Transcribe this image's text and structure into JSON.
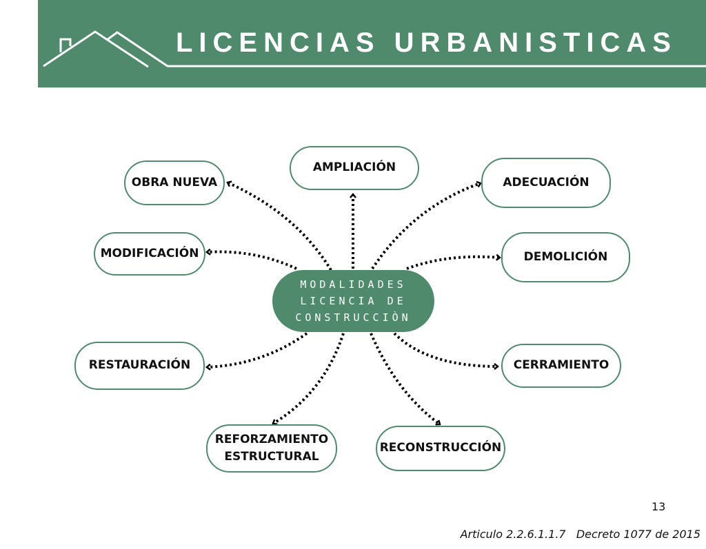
{
  "header": {
    "title": "LICENCIAS URBANISTICAS",
    "color": "#4e8a6b"
  },
  "center": {
    "label": "MODALIDADES\nLICENCIA  DE\nCONSTRUCCIÒN"
  },
  "nodes": {
    "obra_nueva": "OBRA NUEVA",
    "ampliacion": "AMPLIACIÓN",
    "adecuacion": "ADECUACIÓN",
    "modificacion": "MODIFICACIÓN",
    "demolicion": "DEMOLICIÓN",
    "restauracion": "RESTAURACIÓN",
    "cerramiento": "CERRAMIENTO",
    "reforzamiento": "REFORZAMIENTO\nESTRUCTURAL",
    "reconstruccion": "RECONSTRUCCIÓN"
  },
  "footer": {
    "page_number": "13",
    "reference": "Articulo 2.2.6.1.1.7   Decreto 1077 de 2015"
  }
}
